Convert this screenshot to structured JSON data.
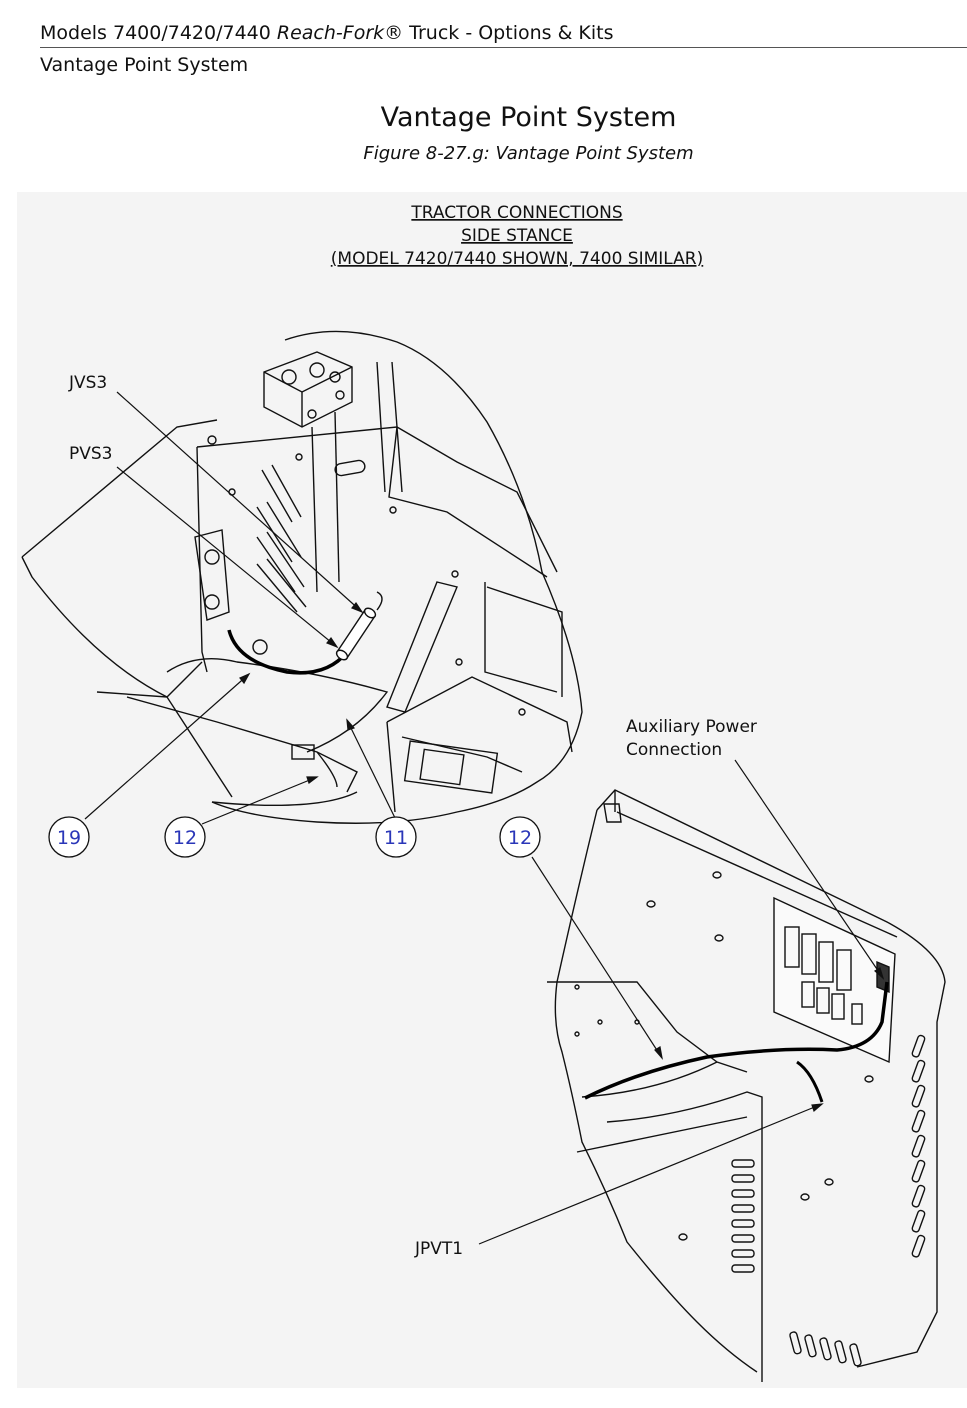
{
  "header": {
    "line1_prefix": "Models 7400/7420/7440 ",
    "line1_italic": "Reach-Fork",
    "line1_suffix": "® Truck - Options & Kits",
    "section": "Vantage Point System"
  },
  "page_title": "Vantage Point System",
  "figure_caption": "Figure 8-27.g: Vantage Point System",
  "figure": {
    "heading_lines": [
      "TRACTOR CONNECTIONS",
      "SIDE STANCE",
      "(MODEL 7420/7440 SHOWN, 7400 SIMILAR)"
    ],
    "labels": {
      "jvs3": "JVS3",
      "pvs3": "PVS3",
      "aux_power_1": "Auxiliary  Power",
      "aux_power_2": "Connection",
      "jpvt1": "JPVT1"
    },
    "callouts": [
      "19",
      "12",
      "11",
      "12"
    ]
  }
}
